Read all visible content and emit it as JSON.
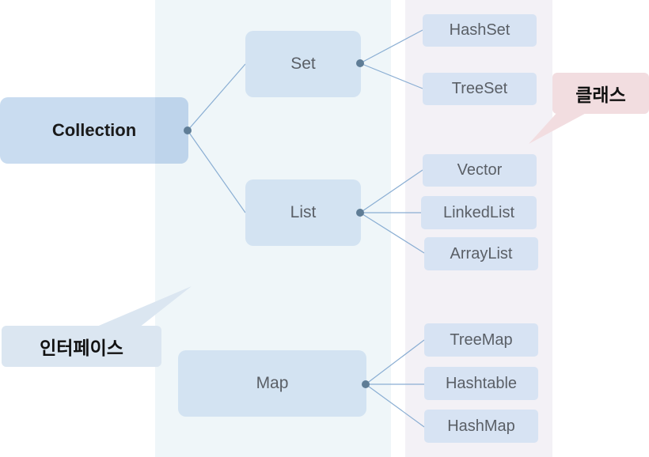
{
  "colors": {
    "interface_panel": "#eff6f9",
    "class_panel": "#f3f1f6",
    "root_node": "#c9dcf0",
    "interface_node": "#d3e3f2",
    "class_node": "#d7e3f3",
    "class_callout": "#f2dde0",
    "interface_callout": "#dbe6f1",
    "connector": "#8aaed3",
    "connector_dot": "#5f7d96"
  },
  "root": {
    "label": "Collection"
  },
  "interfaces": {
    "set": {
      "label": "Set"
    },
    "list": {
      "label": "List"
    },
    "map": {
      "label": "Map"
    }
  },
  "classes": {
    "set": [
      {
        "label": "HashSet"
      },
      {
        "label": "TreeSet"
      }
    ],
    "list": [
      {
        "label": "Vector"
      },
      {
        "label": "LinkedList"
      },
      {
        "label": "ArrayList"
      }
    ],
    "map": [
      {
        "label": "TreeMap"
      },
      {
        "label": "Hashtable"
      },
      {
        "label": "HashMap"
      }
    ]
  },
  "callouts": {
    "class_label": "클래스",
    "interface_label": "인터페이스"
  }
}
